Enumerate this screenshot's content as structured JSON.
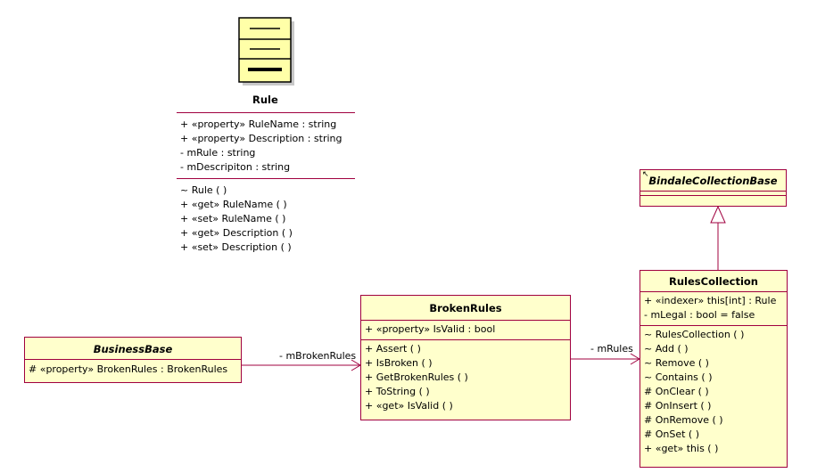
{
  "rule": {
    "name": "Rule",
    "attributes": [
      "+ «property» RuleName : string",
      "+ «property» Description : string",
      "- mRule : string",
      "- mDescripiton : string"
    ],
    "operations": [
      "~ Rule ( )",
      "+ «get» RuleName ( )",
      "+ «set» RuleName ( )",
      "+ «get» Description ( )",
      "+ «set» Description ( )"
    ]
  },
  "bindable": {
    "name": "BindaleCollectionBase"
  },
  "rules_collection": {
    "name": "RulesCollection",
    "attributes": [
      "+ «indexer» this[int] : Rule",
      "- mLegal : bool = false"
    ],
    "operations": [
      "~ RulesCollection ( )",
      "~ Add ( )",
      "~ Remove ( )",
      "~ Contains ( )",
      "# OnClear ( )",
      "# OnInsert ( )",
      "# OnRemove ( )",
      "# OnSet ( )",
      "+ «get» this ( )"
    ]
  },
  "broken_rules": {
    "name": "BrokenRules",
    "attributes": [
      "+ «property» IsValid : bool"
    ],
    "operations": [
      "+ Assert ( )",
      "+ IsBroken ( )",
      "+ GetBrokenRules ( )",
      "+ ToString ( )",
      "+ «get» IsValid ( )"
    ]
  },
  "business_base": {
    "name": "BusinessBase",
    "attributes": [
      "# «property» BrokenRules : BrokenRules"
    ]
  },
  "associations": {
    "m_broken_rules": "- mBrokenRules",
    "m_rules": "- mRules"
  }
}
